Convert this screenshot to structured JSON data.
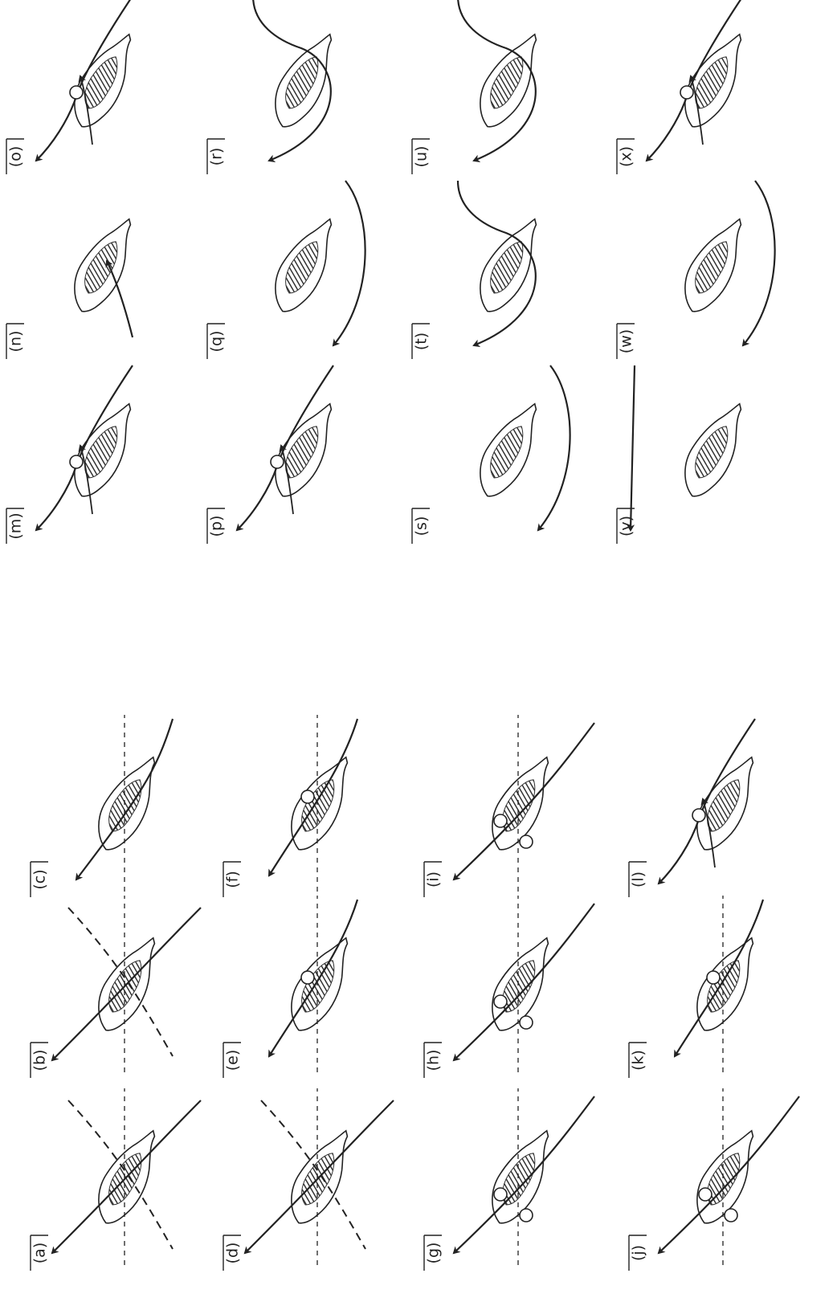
{
  "figure": {
    "panels": [
      {
        "label": "(a)",
        "track": "crossing-dashed"
      },
      {
        "label": "(b)",
        "track": "crossing-dashed"
      },
      {
        "label": "(c)",
        "track": "crossing-south"
      },
      {
        "label": "(d)",
        "track": "crossing-dashed"
      },
      {
        "label": "(e)",
        "track": "crossing-low"
      },
      {
        "label": "(f)",
        "track": "crossing-low"
      },
      {
        "label": "(g)",
        "track": "crossing-lows"
      },
      {
        "label": "(h)",
        "track": "crossing-lows"
      },
      {
        "label": "(i)",
        "track": "crossing-lows"
      },
      {
        "label": "(j)",
        "track": "crossing-lows"
      },
      {
        "label": "(k)",
        "track": "crossing-low"
      },
      {
        "label": "(l)",
        "track": "deflect-low"
      },
      {
        "label": "(m)",
        "track": "deflect-low"
      },
      {
        "label": "(n)",
        "track": "landfall"
      },
      {
        "label": "(o)",
        "track": "deflect-low"
      },
      {
        "label": "(p)",
        "track": "deflect-low"
      },
      {
        "label": "(q)",
        "track": "curve-offshore"
      },
      {
        "label": "(r)",
        "track": "loop"
      },
      {
        "label": "(s)",
        "track": "curve-offshore"
      },
      {
        "label": "(t)",
        "track": "loop"
      },
      {
        "label": "(u)",
        "track": "loop"
      },
      {
        "label": "(v)",
        "track": "straight-offshore"
      },
      {
        "label": "(w)",
        "track": "curve-offshore"
      },
      {
        "label": "(x)",
        "track": "deflect-low"
      }
    ],
    "colors": {
      "ink": "#222222",
      "island_fill": "#ffffff",
      "mountain_ink": "#333333",
      "background": "#ffffff"
    }
  }
}
